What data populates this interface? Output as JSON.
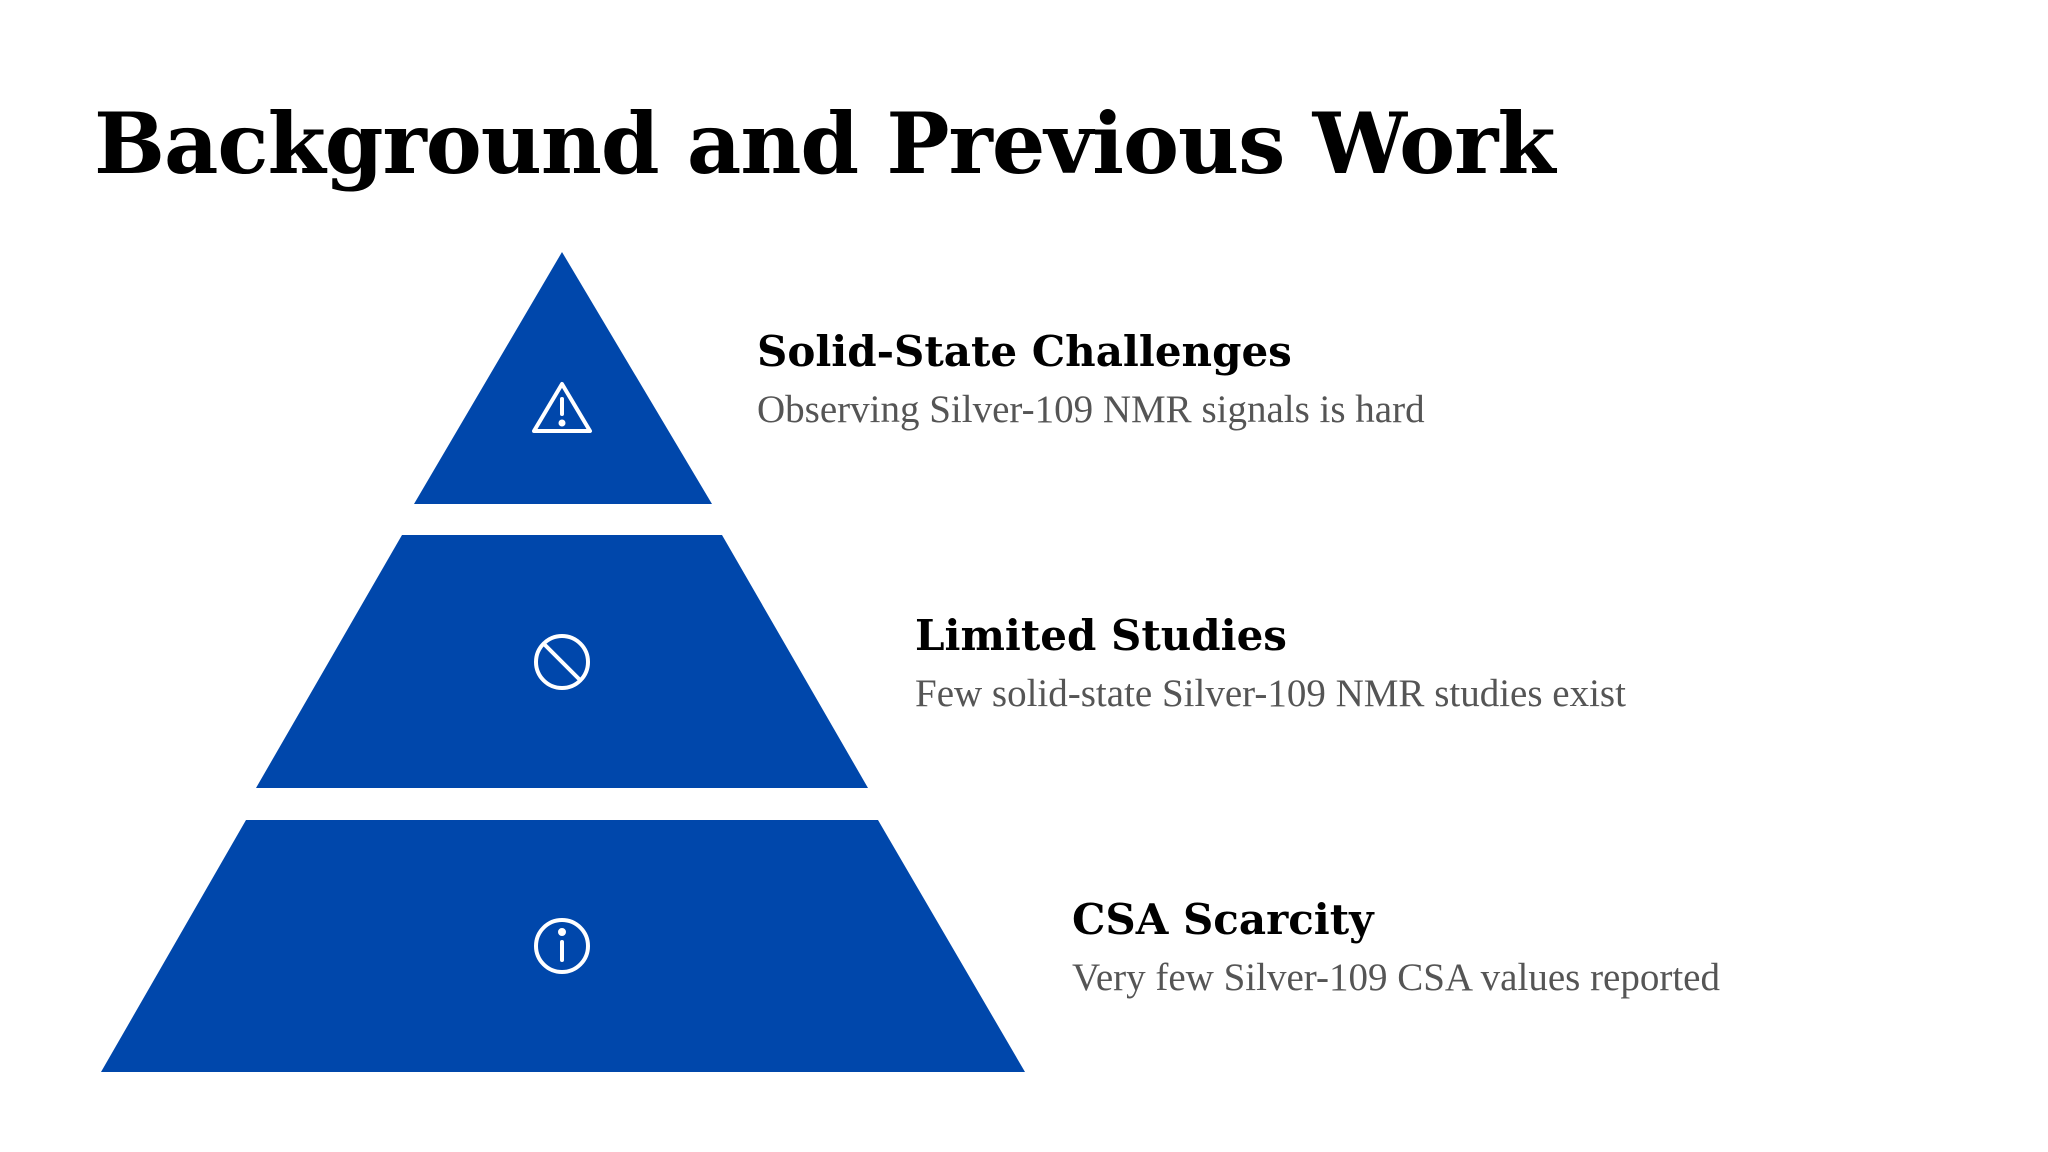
{
  "slide": {
    "title": "Background and Previous Work"
  },
  "colors": {
    "tier_fill": "#0047AB",
    "icon_stroke": "#ffffff",
    "heading": "#000000",
    "description": "#555555"
  },
  "tiers": [
    {
      "heading": "Solid-State Challenges",
      "description": "Observing Silver-109 NMR signals is hard",
      "icon": "warning-triangle-icon"
    },
    {
      "heading": "Limited Studies",
      "description": "Few solid-state Silver-109 NMR studies exist",
      "icon": "prohibited-circle-icon"
    },
    {
      "heading": "CSA Scarcity",
      "description": "Very few Silver-109 CSA values reported",
      "icon": "info-circle-icon"
    }
  ]
}
